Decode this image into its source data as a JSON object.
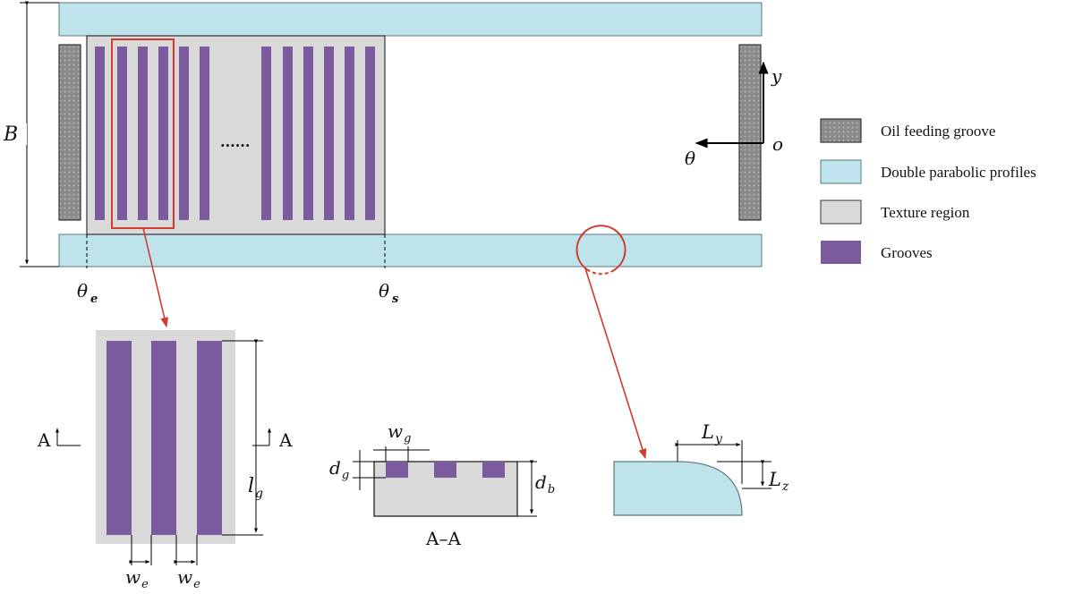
{
  "colors": {
    "oil_groove": "#8a8a8a",
    "profile": "#bfe3ea",
    "texture": "#d9d9d9",
    "groove": "#7b5a9e",
    "callout": "#d23a30",
    "stroke": "#333333"
  },
  "labels": {
    "B": "B",
    "theta_e_sym": "θ",
    "theta_e_sub": "e",
    "theta_s_sym": "θ",
    "theta_s_sub": "s",
    "axis_y": "y",
    "axis_o": "o",
    "axis_theta": "θ",
    "ellipsis": "......",
    "section_left": "A",
    "section_right": "A",
    "lg_sym": "l",
    "lg_sub": "g",
    "we_sym": "w",
    "we_sub": "e",
    "we2_sym": "w",
    "we2_sub": "e",
    "wg_sym": "w",
    "wg_sub": "g",
    "dg_sym": "d",
    "dg_sub": "g",
    "db_sym": "d",
    "db_sub": "b",
    "section_caption": "A–A",
    "Ly_sym": "L",
    "Ly_sub": "y",
    "Lz_sym": "L",
    "Lz_sub": "z"
  },
  "legend": [
    {
      "label": "Oil feeding groove",
      "swatch": "oil_groove"
    },
    {
      "label": "Double parabolic profiles",
      "swatch": "profile"
    },
    {
      "label": "Texture region",
      "swatch": "texture"
    },
    {
      "label": "Grooves",
      "swatch": "groove"
    }
  ]
}
